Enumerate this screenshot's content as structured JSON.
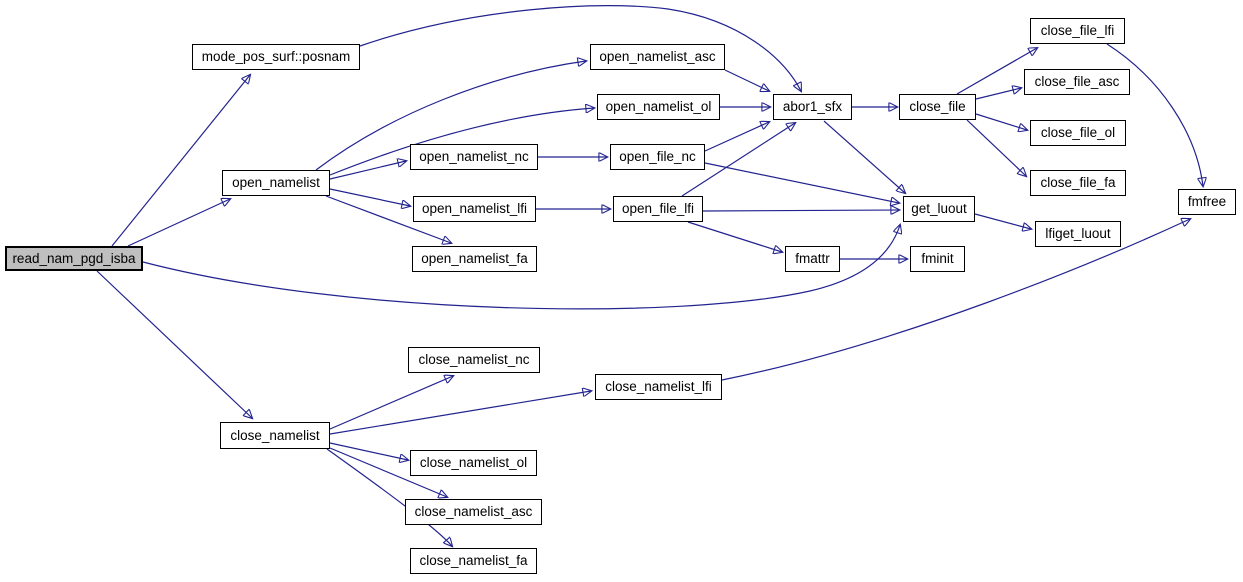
{
  "graph": {
    "type": "call-graph",
    "root": "read_nam_pgd_isba",
    "colors": {
      "edge": "#23238f",
      "node_bg": "#ffffff",
      "node_border": "#000000",
      "root_node_bg": "#bfbfbf",
      "text": "#000000",
      "background": "#ffffff"
    },
    "nodes": {
      "read_nam_pgd_isba": {
        "label": "read_nam_pgd_isba"
      },
      "posnam": {
        "label": "mode_pos_surf::posnam"
      },
      "open_namelist": {
        "label": "open_namelist"
      },
      "open_namelist_asc": {
        "label": "open_namelist_asc"
      },
      "open_namelist_ol": {
        "label": "open_namelist_ol"
      },
      "open_namelist_nc": {
        "label": "open_namelist_nc"
      },
      "open_file_nc": {
        "label": "open_file_nc"
      },
      "open_namelist_lfi": {
        "label": "open_namelist_lfi"
      },
      "open_file_lfi": {
        "label": "open_file_lfi"
      },
      "open_namelist_fa": {
        "label": "open_namelist_fa"
      },
      "abor1_sfx": {
        "label": "abor1_sfx"
      },
      "close_file": {
        "label": "close_file"
      },
      "close_file_lfi": {
        "label": "close_file_lfi"
      },
      "close_file_asc": {
        "label": "close_file_asc"
      },
      "close_file_ol": {
        "label": "close_file_ol"
      },
      "close_file_fa": {
        "label": "close_file_fa"
      },
      "fmfree": {
        "label": "fmfree"
      },
      "get_luout": {
        "label": "get_luout"
      },
      "lfiget_luout": {
        "label": "lfiget_luout"
      },
      "fmattr": {
        "label": "fmattr"
      },
      "fminit": {
        "label": "fminit"
      },
      "close_namelist_nc": {
        "label": "close_namelist_nc"
      },
      "close_namelist_lfi": {
        "label": "close_namelist_lfi"
      },
      "close_namelist": {
        "label": "close_namelist"
      },
      "close_namelist_ol": {
        "label": "close_namelist_ol"
      },
      "close_namelist_asc": {
        "label": "close_namelist_asc"
      },
      "close_namelist_fa": {
        "label": "close_namelist_fa"
      }
    },
    "edges": [
      {
        "from": "read_nam_pgd_isba",
        "to": "posnam"
      },
      {
        "from": "read_nam_pgd_isba",
        "to": "open_namelist"
      },
      {
        "from": "read_nam_pgd_isba",
        "to": "get_luout"
      },
      {
        "from": "read_nam_pgd_isba",
        "to": "close_namelist"
      },
      {
        "from": "posnam",
        "to": "abor1_sfx"
      },
      {
        "from": "open_namelist",
        "to": "open_namelist_asc"
      },
      {
        "from": "open_namelist",
        "to": "open_namelist_ol"
      },
      {
        "from": "open_namelist",
        "to": "open_namelist_nc"
      },
      {
        "from": "open_namelist",
        "to": "open_namelist_lfi"
      },
      {
        "from": "open_namelist",
        "to": "open_namelist_fa"
      },
      {
        "from": "open_namelist_asc",
        "to": "abor1_sfx"
      },
      {
        "from": "open_namelist_ol",
        "to": "abor1_sfx"
      },
      {
        "from": "open_namelist_nc",
        "to": "open_file_nc"
      },
      {
        "from": "open_file_nc",
        "to": "abor1_sfx"
      },
      {
        "from": "open_file_nc",
        "to": "get_luout"
      },
      {
        "from": "open_namelist_lfi",
        "to": "open_file_lfi"
      },
      {
        "from": "open_file_lfi",
        "to": "abor1_sfx"
      },
      {
        "from": "open_file_lfi",
        "to": "get_luout"
      },
      {
        "from": "open_file_lfi",
        "to": "fmattr"
      },
      {
        "from": "fmattr",
        "to": "fminit"
      },
      {
        "from": "abor1_sfx",
        "to": "close_file"
      },
      {
        "from": "abor1_sfx",
        "to": "get_luout"
      },
      {
        "from": "close_file",
        "to": "close_file_lfi"
      },
      {
        "from": "close_file",
        "to": "close_file_asc"
      },
      {
        "from": "close_file",
        "to": "close_file_ol"
      },
      {
        "from": "close_file",
        "to": "close_file_fa"
      },
      {
        "from": "close_file_lfi",
        "to": "fmfree"
      },
      {
        "from": "get_luout",
        "to": "lfiget_luout"
      },
      {
        "from": "close_namelist_lfi",
        "to": "fmfree"
      },
      {
        "from": "close_namelist",
        "to": "close_namelist_nc"
      },
      {
        "from": "close_namelist",
        "to": "close_namelist_lfi"
      },
      {
        "from": "close_namelist",
        "to": "close_namelist_ol"
      },
      {
        "from": "close_namelist",
        "to": "close_namelist_asc"
      },
      {
        "from": "close_namelist",
        "to": "close_namelist_fa"
      }
    ]
  }
}
